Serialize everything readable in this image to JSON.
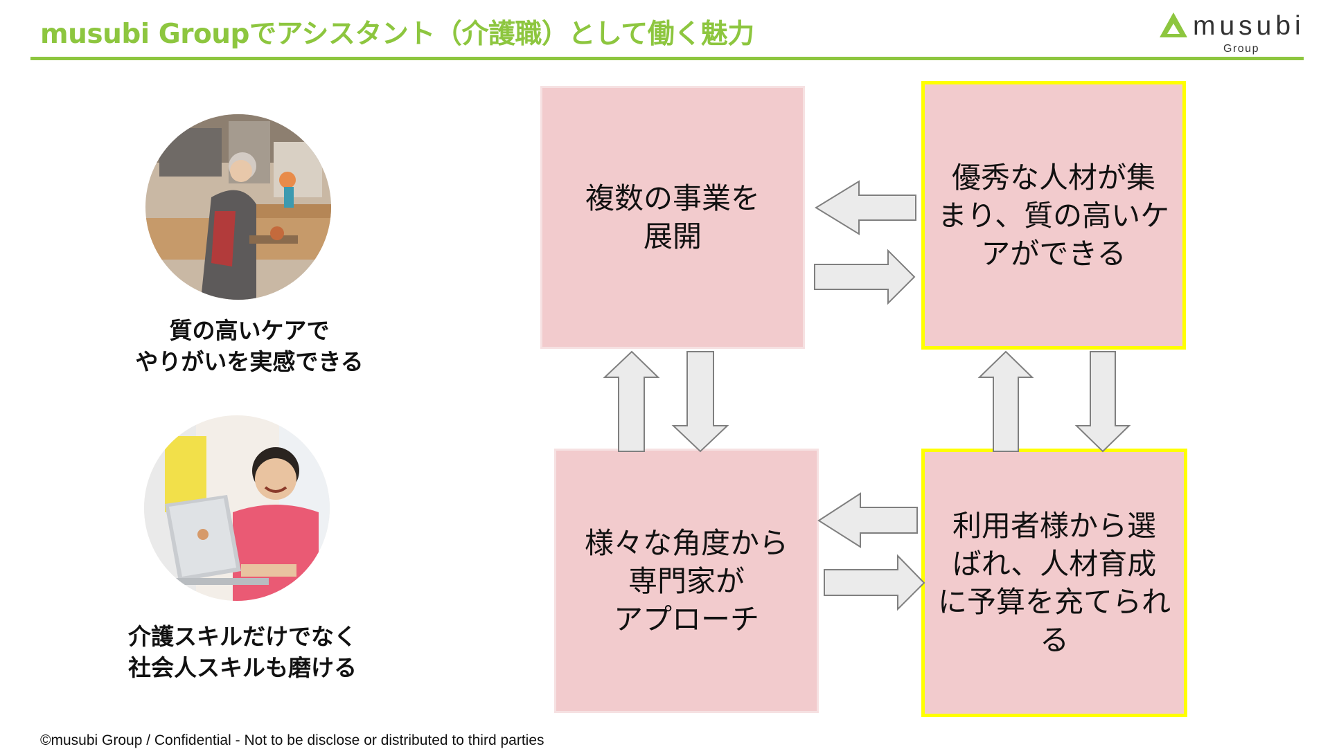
{
  "header": {
    "title": "musubi Groupでアシスタント（介護職）として働く魅力",
    "accent_color": "#8dc63f"
  },
  "logo": {
    "name": "musubi",
    "sub": "Group",
    "icon": "triangle-logo-icon"
  },
  "photos": [
    {
      "subject": "elderly woman carrying a tray in a care facility kitchen"
    },
    {
      "subject": "smiling staff member in pink t-shirt working on a laptop"
    }
  ],
  "captions": {
    "first": "質の高いケアで\nやりがいを実感できる",
    "second": "介護スキルだけでなく\n社会人スキルも磨ける"
  },
  "cycle": {
    "box_color": "#f2cbcd",
    "highlight_color": "#ffff00",
    "top_left": "複数の事業を\n展開",
    "top_right": "優秀な人材が集\nまり、質の高いケ\nアができる",
    "bottom_left": "様々な角度から\n専門家が\nアプローチ",
    "bottom_right": "利用者様から選\nばれ、人材育成\nに予算を充てられ\nる"
  },
  "footer": {
    "text": "©musubi Group / Confidential - Not to be disclose or distributed to third parties"
  }
}
